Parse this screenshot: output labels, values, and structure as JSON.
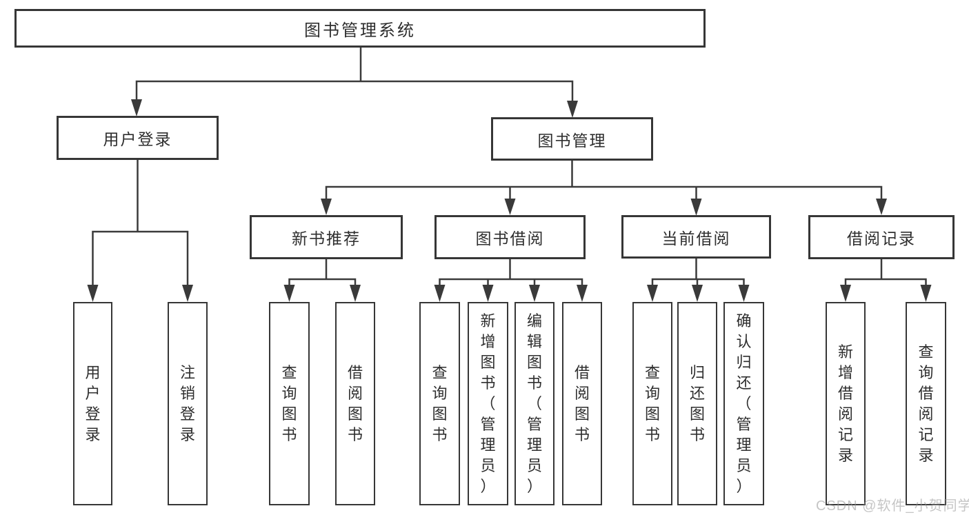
{
  "diagram": {
    "root": {
      "label": "图书管理系统"
    },
    "branches": [
      {
        "label": "用户登录",
        "children": [
          {
            "label": "用户登录"
          },
          {
            "label": "注销登录"
          }
        ]
      },
      {
        "label": "图书管理",
        "children": [
          {
            "label": "新书推荐",
            "children": [
              {
                "label": "查询图书"
              },
              {
                "label": "借阅图书"
              }
            ]
          },
          {
            "label": "图书借阅",
            "children": [
              {
                "label": "查询图书"
              },
              {
                "label": "新增图书（管理员）"
              },
              {
                "label": "编辑图书（管理员）"
              },
              {
                "label": "借阅图书"
              }
            ]
          },
          {
            "label": "当前借阅",
            "children": [
              {
                "label": "查询图书"
              },
              {
                "label": "归还图书"
              },
              {
                "label": "确认归还（管理员）"
              }
            ]
          },
          {
            "label": "借阅记录",
            "children": [
              {
                "label": "新增借阅记录"
              },
              {
                "label": "查询借阅记录"
              }
            ]
          }
        ]
      }
    ],
    "colors": {
      "line": "#3a3a3a",
      "node_border": "#363636",
      "text": "#2e2e2e",
      "background": "#ffffff",
      "watermark": "#969696"
    }
  },
  "watermark": {
    "text": "CSDN @软件_小贺同学"
  }
}
